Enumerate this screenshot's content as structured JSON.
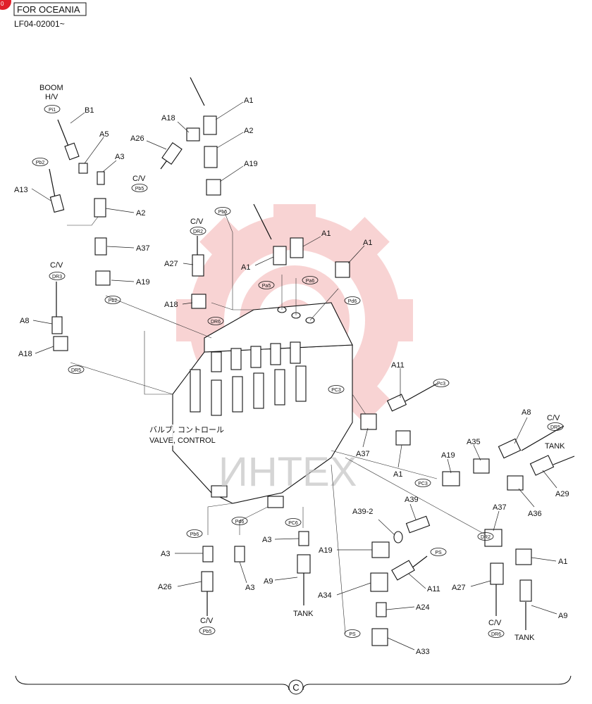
{
  "header": {
    "region": "FOR OCEANIA",
    "serial": "LF04-02001~",
    "corner_badge": "0"
  },
  "valve_caption": {
    "jp": "バルブ, コントロール",
    "en": "VALVE, CONTROL"
  },
  "watermark": "ИНТЕХ",
  "footer_mark": "C",
  "callouts": [
    {
      "text": "BOOM"
    },
    {
      "text": "H/V"
    },
    {
      "text": "B1"
    },
    {
      "text": "A5"
    },
    {
      "text": "A3"
    },
    {
      "text": "A13"
    },
    {
      "text": "A2"
    },
    {
      "text": "A37"
    },
    {
      "text": "A19"
    },
    {
      "text": "C/V"
    },
    {
      "text": "A8"
    },
    {
      "text": "A18"
    },
    {
      "text": "A18"
    },
    {
      "text": "A26"
    },
    {
      "text": "C/V"
    },
    {
      "text": "A1"
    },
    {
      "text": "A2"
    },
    {
      "text": "A19"
    },
    {
      "text": "C/V"
    },
    {
      "text": "A27"
    },
    {
      "text": "A18"
    },
    {
      "text": "A1"
    },
    {
      "text": "A1"
    },
    {
      "text": "A1"
    },
    {
      "text": "A11"
    },
    {
      "text": "A37"
    },
    {
      "text": "A1"
    },
    {
      "text": "A19"
    },
    {
      "text": "A35"
    },
    {
      "text": "A8"
    },
    {
      "text": "C/V"
    },
    {
      "text": "TANK"
    },
    {
      "text": "A29"
    },
    {
      "text": "A36"
    },
    {
      "text": "A37"
    },
    {
      "text": "A1"
    },
    {
      "text": "A39-2"
    },
    {
      "text": "A39"
    },
    {
      "text": "A19"
    },
    {
      "text": "A11"
    },
    {
      "text": "A34"
    },
    {
      "text": "A24"
    },
    {
      "text": "A33"
    },
    {
      "text": "A3"
    },
    {
      "text": "A26"
    },
    {
      "text": "C/V"
    },
    {
      "text": "A3"
    },
    {
      "text": "A3"
    },
    {
      "text": "A9"
    },
    {
      "text": "TANK"
    },
    {
      "text": "A27"
    },
    {
      "text": "C/V"
    },
    {
      "text": "A9"
    },
    {
      "text": "TANK"
    }
  ],
  "port_tags": [
    {
      "text": "Pi1"
    },
    {
      "text": "Pb2"
    },
    {
      "text": "Pb5"
    },
    {
      "text": "Pb5"
    },
    {
      "text": "DR2"
    },
    {
      "text": "DR3"
    },
    {
      "text": "Pb2"
    },
    {
      "text": "DR6"
    },
    {
      "text": "DR5"
    },
    {
      "text": "Pa5"
    },
    {
      "text": "Pa6"
    },
    {
      "text": "Pd6"
    },
    {
      "text": "PC3"
    },
    {
      "text": "Pc3"
    },
    {
      "text": "DR5"
    },
    {
      "text": "PC3"
    },
    {
      "text": "DR2"
    },
    {
      "text": "PS"
    },
    {
      "text": "Pb6"
    },
    {
      "text": "Pd6"
    },
    {
      "text": "PC6"
    },
    {
      "text": "PS"
    },
    {
      "text": "Pb5"
    },
    {
      "text": "DR6"
    }
  ],
  "colors": {
    "ink": "#111111",
    "watermark": "#f0a0a0",
    "watermark_text": "#c8c8c8",
    "badge": "#e0202a"
  }
}
